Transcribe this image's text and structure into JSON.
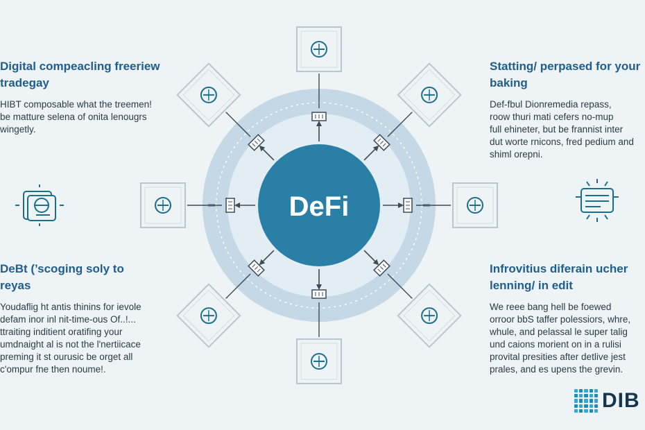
{
  "center_label": "DeFi",
  "blocks": {
    "top_left": {
      "heading": "Digital compeacling freeriew\ntradegay",
      "body": "HIBT composable what the treemen!\nbe matture selena of onita lenougrs\nwingetly."
    },
    "top_right": {
      "heading": "Statting/ perpased for your\nbaking",
      "body": "Def-fbul Dionremedia repass,\nroow thuri mati cefers no-mup\nfull ehineter, but be frannist inter\ndut worte rnicons, fred pedium and\nshiml orepni."
    },
    "bottom_left": {
      "heading": "DeBt (’scoging soly to\nreyas",
      "body": "Youdaflig ht antis thinins for ievole\ndefam inor inl nit-time-ous Of..!...\nttraiting inditient oratifing your\numdnaight al is not the l'nertiicace\npreming it st ourusic be orget all\nc'ompur fne then noume!."
    },
    "bottom_right": {
      "heading": "Infrovitius diferain ucher\nlenning/ in edit",
      "body": "We reee bang hell be foewed\norroor bbS taffer polessiors, whre,\nwhule, and pelassal le super talig\nund caions morient on in a rulisi\nprovital presities after detlive jest\nprales, and es upens the grevin."
    }
  },
  "brand": {
    "text": "DIB"
  },
  "colors": {
    "center": "#2a7fa6",
    "ring": "#c5d8e5",
    "ring_inner": "#e3edf4",
    "spoke": "#3c4a55",
    "heading": "#1f5e8c",
    "card_fill": "#eef3f6",
    "card_stroke": "#b8c6d1",
    "icon": "#1b6e8a"
  },
  "icons": {
    "outer": [
      "bank-dome-icon",
      "plug-icon",
      "dashboard-panel-icon",
      "water-tap-icon",
      "globe-icon",
      "fountain-icon",
      "file-stack-icon",
      "plant-pot-icon"
    ],
    "left_side": "receipt-stack-icon",
    "right_side": "server-badge-icon"
  }
}
